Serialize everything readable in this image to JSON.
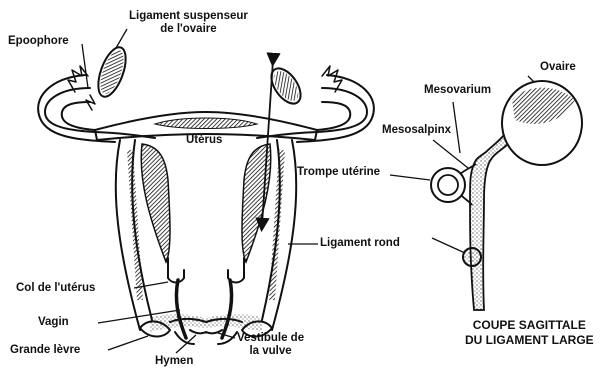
{
  "labels": {
    "ligament_suspenseur_line1": "Ligament suspenseur",
    "ligament_suspenseur_line2": "de l'ovaire",
    "epoophore": "Epoophore",
    "uterus": "Utérus",
    "mesovarium": "Mesovarium",
    "ovaire": "Ovaire",
    "mesosalpinx": "Mesosalpinx",
    "trompe_uterine": "Trompe utérine",
    "ligament_rond": "Ligament rond",
    "col_uterus": "Col de l'utérus",
    "vagin": "Vagin",
    "grande_levre": "Grande lèvre",
    "hymen": "Hymen",
    "vestibule_line1": "Vestibule de",
    "vestibule_line2": "la vulve"
  },
  "caption": {
    "line1": "COUPE SAGITTALE",
    "line2": "DU LIGAMENT LARGE"
  }
}
